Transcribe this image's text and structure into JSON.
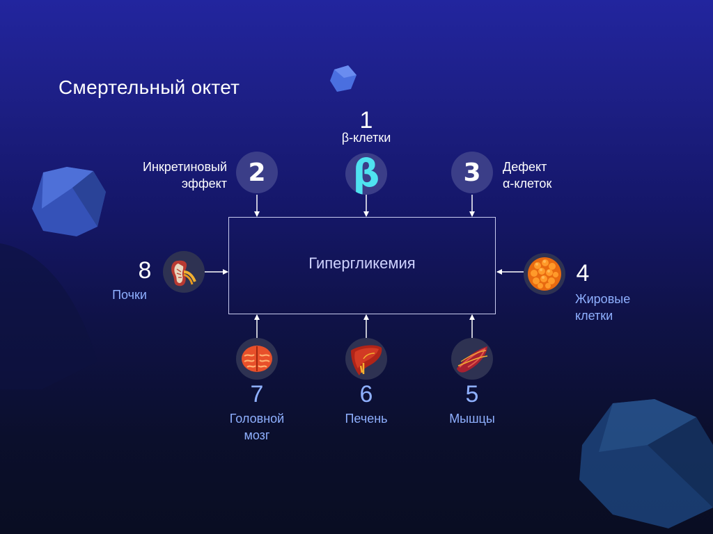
{
  "slide": {
    "title": "Смертельный октет",
    "center": "Гипергликемия"
  },
  "factors": {
    "f1": {
      "number": "1",
      "label": "β-клетки",
      "symbol": "β"
    },
    "f2": {
      "number": "2",
      "label_line1": "Инкретиновый",
      "label_line2": "эффект"
    },
    "f3": {
      "number": "3",
      "label_line1": "Дефект",
      "label_line2": "α-клеток"
    },
    "f4": {
      "number": "4",
      "label_line1": "Жировые",
      "label_line2": "клетки"
    },
    "f5": {
      "number": "5",
      "label": "Мышцы"
    },
    "f6": {
      "number": "6",
      "label": "Печень"
    },
    "f7": {
      "number": "7",
      "label_line1": "Головной",
      "label_line2": "мозг"
    },
    "f8": {
      "number": "8",
      "label": "Почки"
    }
  },
  "colors": {
    "background_top": "#22259e",
    "background_bottom": "#090d22",
    "label_blue": "#8fb0ff",
    "beta_cyan": "#4fe3f0",
    "circle_fill": "#3b3e88"
  },
  "icons": [
    "beta-symbol-icon",
    "kidney-icon",
    "fat-cells-icon",
    "muscle-icon",
    "liver-icon",
    "brain-icon"
  ]
}
